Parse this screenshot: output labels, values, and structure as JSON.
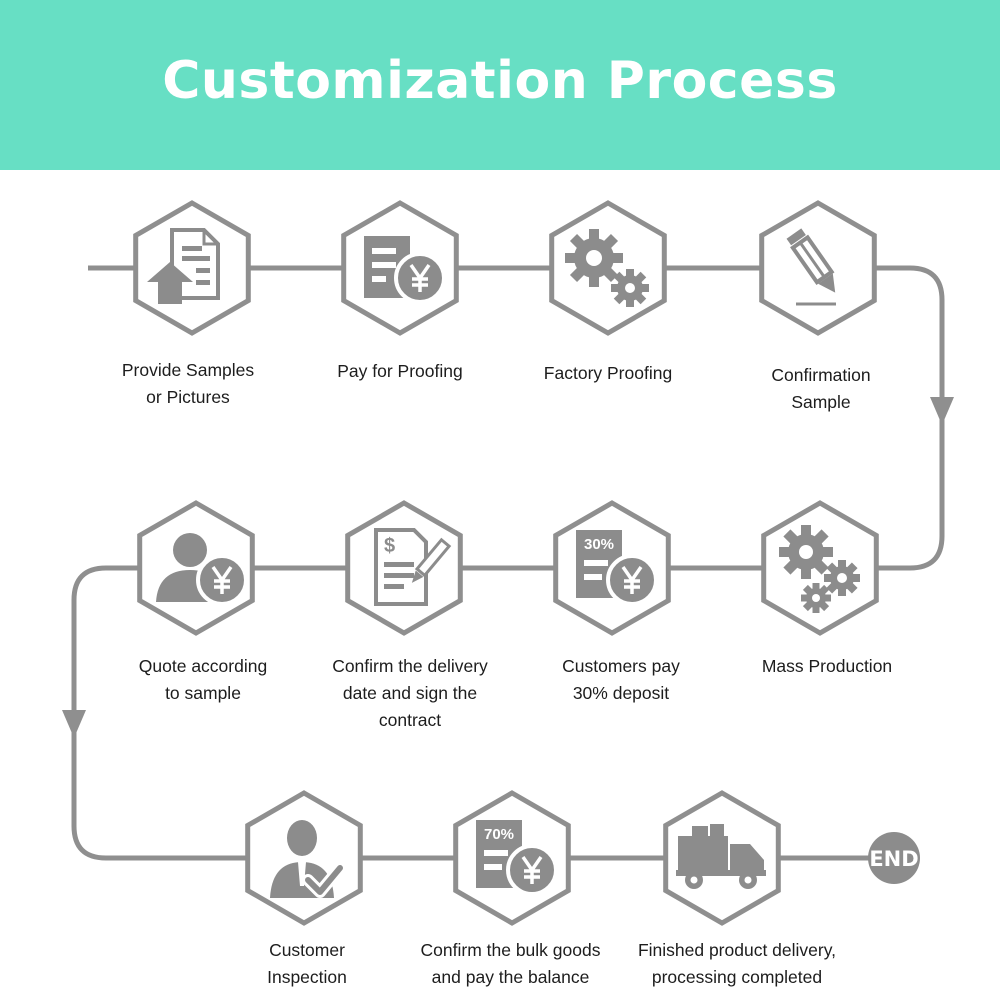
{
  "title": "Customization Process",
  "colors": {
    "accent": "#67dfc4",
    "line": "#8f8f8f",
    "icon": "#8c8c8c",
    "hex_fill": "#ffffff"
  },
  "end_label": "END",
  "steps": [
    {
      "label": "Provide Samples\nor Pictures",
      "icon": "upload-document-icon"
    },
    {
      "label": "Pay for Proofing",
      "icon": "invoice-yen-icon"
    },
    {
      "label": "Factory Proofing",
      "icon": "gears-icon"
    },
    {
      "label": "Confirmation\nSample",
      "icon": "pencil-icon"
    },
    {
      "label": "Mass Production",
      "icon": "three-gears-icon"
    },
    {
      "label": "Customers pay\n30% deposit",
      "icon": "deposit-yen-icon",
      "badge": "30%"
    },
    {
      "label": "Confirm the delivery\ndate and sign the\ncontract",
      "icon": "contract-sign-icon"
    },
    {
      "label": "Quote according\nto sample",
      "icon": "person-yen-icon"
    },
    {
      "label": "Customer\nInspection",
      "icon": "inspector-check-icon"
    },
    {
      "label": "Confirm the bulk goods\nand pay the balance",
      "icon": "balance-yen-icon",
      "badge": "70%"
    },
    {
      "label": "Finished product delivery,\nprocessing completed",
      "icon": "delivery-truck-icon"
    }
  ]
}
